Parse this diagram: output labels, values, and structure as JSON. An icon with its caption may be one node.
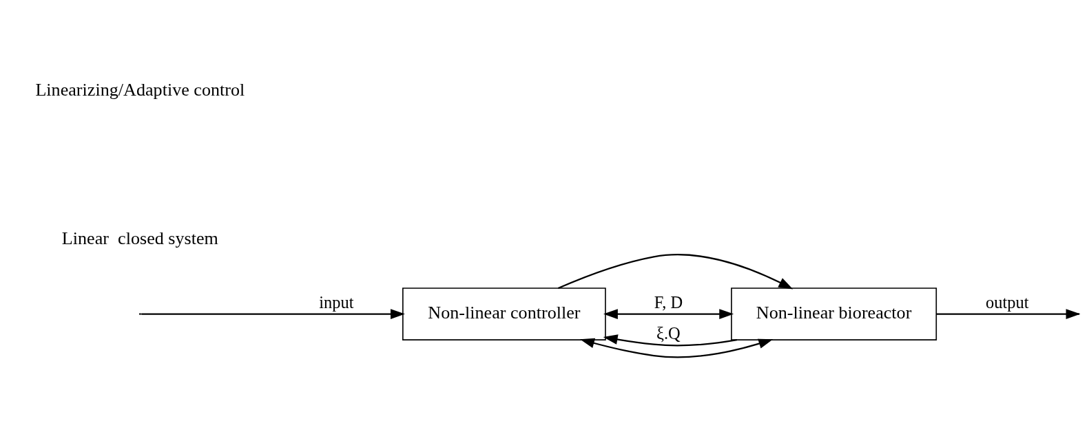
{
  "diagram": {
    "nodes": [
      {
        "text": [
          "Non-linear controller"
        ]
      },
      {
        "text": [
          "Non-linear bioreactor"
        ]
      }
    ],
    "edges": [
      {
        "from": null,
        "to": 0,
        "arrow": "to",
        "label": "input"
      },
      {
        "from": 0,
        "to": 1,
        "arrow": "to"
      },
      {
        "from": 1,
        "to": null,
        "arrow": "to",
        "label": "output"
      },
      {
        "from": 0,
        "to": 1,
        "arrow": "both",
        "label": "F, D"
      },
      {
        "from": 1,
        "to": 0,
        "arrow": "to",
        "label": "ξ.Q"
      },
      {
        "from": 1,
        "to": 0,
        "arrow": "both"
      }
    ],
    "labels": [
      "Linearizing/Adaptive control",
      "Linear  closed system"
    ]
  }
}
